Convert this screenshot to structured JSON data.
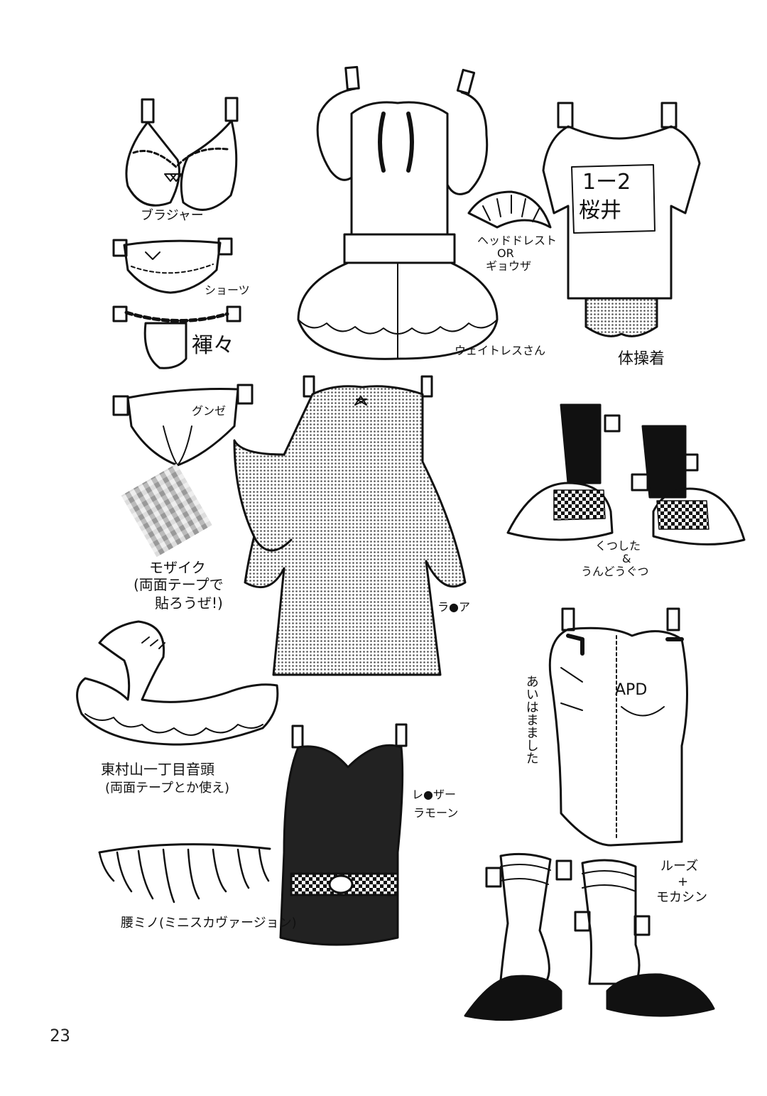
{
  "labels": {
    "bra": "ブラジャー",
    "shorts": "ショーツ",
    "fundoshi": "褌々",
    "gunze": "グンゼ",
    "mosaic_1": "モザイク",
    "mosaic_2": "(両面テープで",
    "mosaic_3": "貼ろうぜ!)",
    "swan_1": "東村山一丁目音頭",
    "swan_2": "(両面テープとか使え)",
    "koshimino": "腰ミノ(ミニスカヴァージョン)",
    "waitress": "ウェイトレスさん",
    "headdress_1": "ヘッドドレスト",
    "headdress_2": "OR",
    "headdress_3": "ギョウザ",
    "gym_number": "1ー2",
    "gym_name": "桜井",
    "gym": "体操着",
    "ra_a": "ラ●ア",
    "socks_1": "くつした",
    "socks_2": "&",
    "socks_3": "うんどうぐつ",
    "leather_1": "レ●ザー",
    "leather_2": "ラモーン",
    "apd": "APD",
    "aiha": "あいはまました",
    "loose_1": "ルーズ",
    "loose_2": "+",
    "loose_3": "モカシン"
  },
  "page_number": "23",
  "colors": {
    "ink": "#111111",
    "paper": "#ffffff",
    "tone": "#8a8a8a"
  }
}
